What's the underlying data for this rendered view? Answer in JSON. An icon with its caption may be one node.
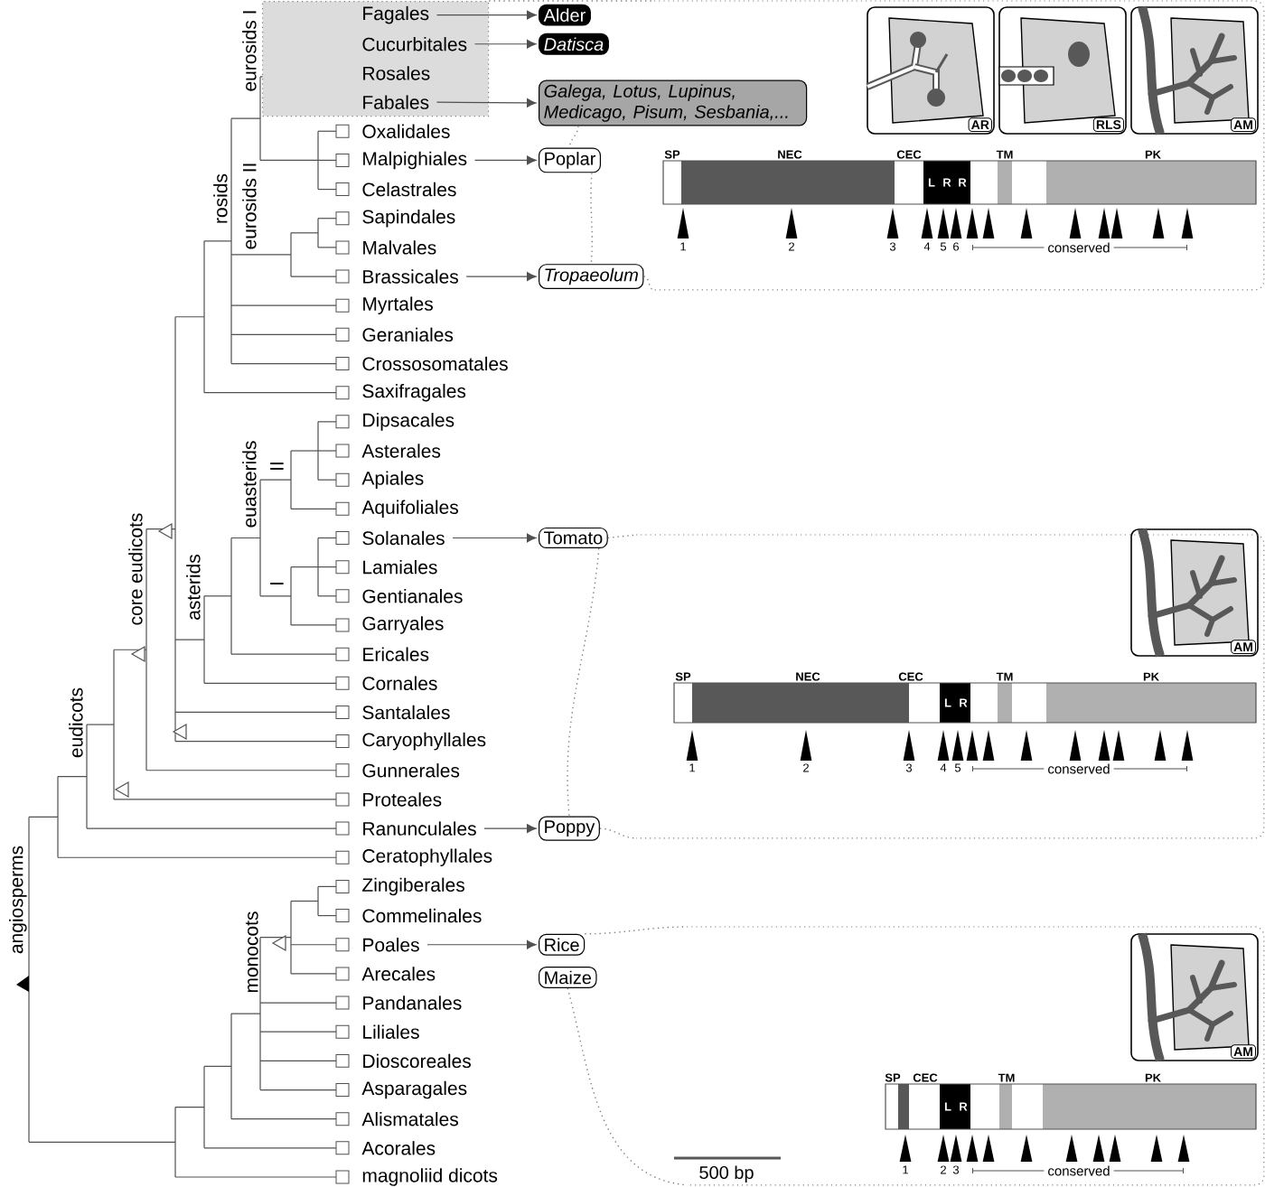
{
  "diagram": {
    "nodes": [
      {
        "text": [],
        "shape": "box"
      },
      {
        "text": [
          "Fagales"
        ],
        "in": 0
      },
      {
        "text": [
          "Cucurbitales"
        ],
        "in": 0
      },
      {
        "text": [
          "Rosales"
        ],
        "in": 0
      },
      {
        "text": [
          "Fabales"
        ],
        "in": 0
      },
      {
        "text": [
          "Oxalidales"
        ]
      },
      {
        "text": [
          "Malpighiales"
        ]
      },
      {
        "text": [
          "Celastrales"
        ]
      },
      {
        "text": [
          "Sapindales"
        ]
      },
      {
        "text": [
          "Malvales"
        ]
      },
      {
        "text": [
          "Brassicales"
        ]
      },
      {
        "text": [
          "Myrtales"
        ]
      },
      {
        "text": [
          "Geraniales"
        ]
      },
      {
        "text": [
          "Crossosomatales"
        ]
      },
      {
        "text": [
          "Saxifragales"
        ]
      },
      {
        "text": [
          "Dipsacales"
        ]
      },
      {
        "text": [
          "Asterales"
        ]
      },
      {
        "text": [
          "Apiales"
        ]
      },
      {
        "text": [
          "Aquifoliales"
        ]
      },
      {
        "text": [
          "Solanales"
        ]
      },
      {
        "text": [
          "Lamiales"
        ]
      },
      {
        "text": [
          "Gentianales"
        ]
      },
      {
        "text": [
          "Garryales"
        ]
      },
      {
        "text": [
          "Ericales"
        ]
      },
      {
        "text": [
          "Cornales"
        ]
      },
      {
        "text": [
          "Santalales"
        ]
      },
      {
        "text": [
          "Caryophyllales"
        ]
      },
      {
        "text": [
          "Gunnerales"
        ]
      },
      {
        "text": [
          "Proteales"
        ]
      },
      {
        "text": [
          "Ranunculales"
        ]
      },
      {
        "text": [
          "Ceratophyllales"
        ]
      },
      {
        "text": [
          "Zingiberales"
        ]
      },
      {
        "text": [
          "Commelinales"
        ]
      },
      {
        "text": [
          "Poales"
        ]
      },
      {
        "text": [
          "Arecales"
        ]
      },
      {
        "text": [
          "Pandanales"
        ]
      },
      {
        "text": [
          "Liliales"
        ]
      },
      {
        "text": [
          "Dioscoreales"
        ]
      },
      {
        "text": [
          "Asparagales"
        ]
      },
      {
        "text": [
          "Alismatales"
        ]
      },
      {
        "text": [
          "Acorales"
        ]
      },
      {
        "text": [
          "magnoliid dicots"
        ]
      },
      {
        "text": [
          "Alder"
        ]
      },
      {
        "text": [
          "Datisca"
        ]
      },
      {
        "text": [
          "Galega, Lotus, Lupinus, Medicago, Pisum, Sesbania,..."
        ]
      },
      {
        "text": [
          "Poplar"
        ]
      },
      {
        "text": [
          "Tropaeolum"
        ]
      },
      {
        "text": [
          "Tomato"
        ]
      },
      {
        "text": [
          "Poppy"
        ]
      },
      {
        "text": [
          "Rice"
        ]
      },
      {
        "text": [
          "Maize"
        ]
      },
      {
        "text": [],
        "shape": "box"
      },
      {
        "text": [
          "AR"
        ],
        "in": 51
      },
      {
        "text": [
          "RLS"
        ],
        "in": 51
      },
      {
        "text": [
          "AM"
        ],
        "in": 51
      },
      {
        "text": [],
        "shape": "box"
      },
      {
        "text": [
          "AM"
        ],
        "in": 55
      },
      {
        "text": [],
        "shape": "box"
      },
      {
        "text": [
          "AM"
        ],
        "in": 57
      }
    ],
    "edges": [
      {
        "from": 1,
        "to": 42,
        "arrow": "to"
      },
      {
        "from": 2,
        "to": 43,
        "arrow": "to"
      },
      {
        "from": 4,
        "to": 44,
        "arrow": "to"
      },
      {
        "from": 6,
        "to": 45,
        "arrow": "to"
      },
      {
        "from": 10,
        "to": 46,
        "arrow": "to"
      },
      {
        "from": 19,
        "to": 47,
        "arrow": "to"
      },
      {
        "from": 29,
        "to": 48,
        "arrow": "to"
      },
      {
        "from": 33,
        "to": 49,
        "arrow": "to"
      },
      {
        "from": 0,
        "to": 51,
        "arrow": "none",
        "style": "dashed"
      },
      {
        "from": 44,
        "to": 45,
        "arrow": "none",
        "style": "dashed"
      },
      {
        "from": 45,
        "to": 46,
        "arrow": "none",
        "style": "dashed"
      },
      {
        "from": 46,
        "to": 51,
        "arrow": "none",
        "style": "dashed"
      },
      {
        "from": 47,
        "to": 55,
        "arrow": "none",
        "style": "dashed"
      },
      {
        "from": 47,
        "to": 48,
        "arrow": "none",
        "style": "dashed"
      },
      {
        "from": 48,
        "to": 55,
        "arrow": "none",
        "style": "dashed"
      },
      {
        "from": 49,
        "to": 57,
        "arrow": "none",
        "style": "dashed"
      },
      {
        "from": 50,
        "to": 57,
        "arrow": "none",
        "style": "dashed"
      }
    ],
    "labels": [
      "eurosids I",
      "eurosids II",
      "rosids",
      "II",
      "euasterids",
      "I",
      "asterids",
      "core eudicots",
      "eudicots",
      "monocots",
      "angiosperms",
      "SP",
      "NEC",
      "CEC",
      "L",
      "R",
      "R",
      "TM",
      "PK",
      "1",
      "2",
      "3",
      "4",
      "5",
      "6",
      "conserved",
      "SP",
      "NEC",
      "CEC",
      "L",
      "R",
      "TM",
      "PK",
      "1",
      "2",
      "3",
      "4",
      "5",
      "conserved",
      "SP",
      "CEC",
      "L",
      "R",
      "TM",
      "PK",
      "1",
      "2",
      "3",
      "conserved",
      "500 bp"
    ]
  }
}
